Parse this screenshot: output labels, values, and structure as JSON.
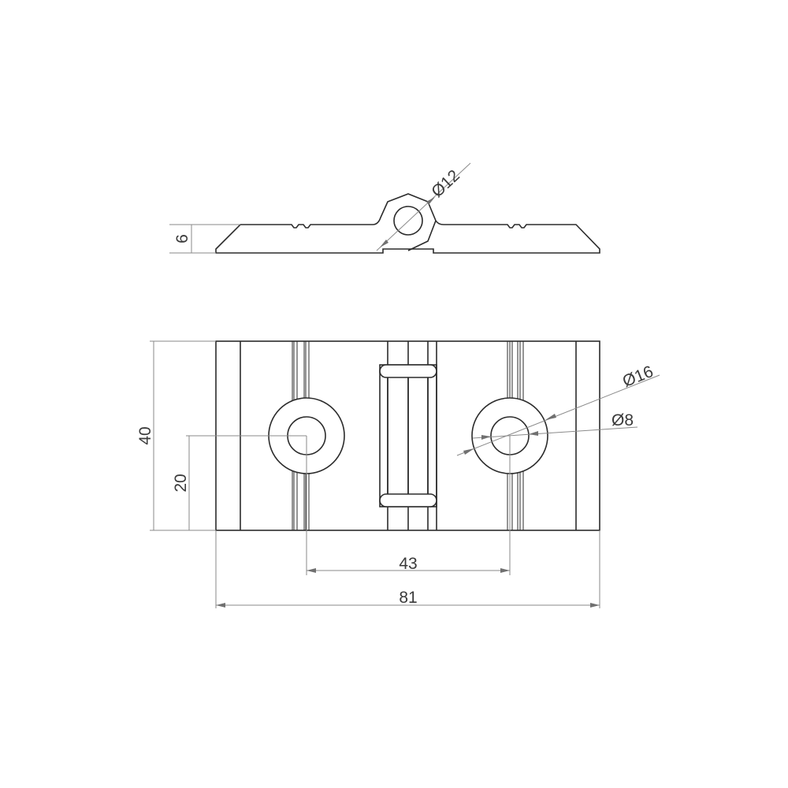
{
  "drawing": {
    "side_view": {
      "thickness_label": "6",
      "pin_diameter_label": "Ø12"
    },
    "top_view": {
      "height_label": "40",
      "hole_center_height_label": "20",
      "hole_spacing_label": "43",
      "overall_length_label": "81",
      "outer_diameter_label": "Ø16",
      "hole_diameter_label": "Ø8"
    }
  }
}
